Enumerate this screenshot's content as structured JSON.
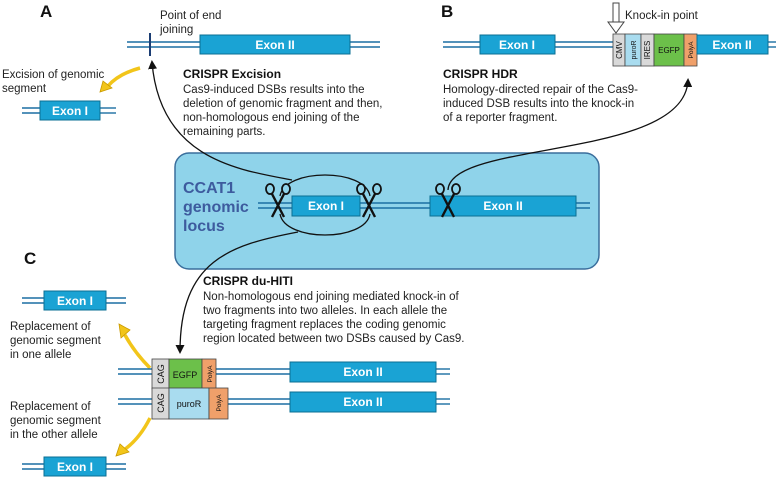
{
  "panels": {
    "a": {
      "letter": "A",
      "point_label_1": "Point of end",
      "point_label_2": "joining",
      "exon2": "Exon II",
      "excision_label_1": "Excision of genomic",
      "excision_label_2": "segment",
      "excised_exon": "Exon I",
      "title": "CRISPR Excision",
      "body": [
        "Cas9-induced DSBs results into the",
        "deletion of genomic fragment and then,",
        "non-homologous end joining of the",
        "remaining parts."
      ]
    },
    "b": {
      "letter": "B",
      "knockin_label": "Knock-in point",
      "exon1": "Exon I",
      "exon2": "Exon II",
      "segments": {
        "cmv": "CMV",
        "puror": "puroR",
        "ires": "IRES",
        "egfp": "EGFP",
        "polya": "PolyA"
      },
      "title": "CRISPR HDR",
      "body": [
        "Homology-directed repair of the Cas9-",
        "induced DSB results into the knock-in",
        "of a reporter fragment."
      ]
    },
    "locus": {
      "label": [
        "CCAT1",
        "genomic",
        "locus"
      ],
      "exon1": "Exon I",
      "exon2": "Exon II"
    },
    "c": {
      "letter": "C",
      "title": "CRISPR du-HITI",
      "body": [
        "Non-homologous end joining mediated knock-in of",
        "two fragments into two alleles. In each allele the",
        "targeting fragment replaces the coding genomic",
        "region located between two DSBs caused by Cas9."
      ],
      "top_exon": "Exon I",
      "bottom_exon": "Exon I",
      "replacement_one": [
        "Replacement of",
        "genomic segment",
        "in one allele"
      ],
      "replacement_other": [
        "Replacement of",
        "genomic segment",
        "in the other allele"
      ],
      "allele1": {
        "cag": "CAG",
        "marker": "EGFP",
        "polya": "PolyA",
        "exon2": "Exon II"
      },
      "allele2": {
        "cag": "CAG",
        "marker": "puroR",
        "polya": "PolyA",
        "exon2": "Exon II"
      }
    }
  },
  "colors": {
    "exon": "#1aa3d4",
    "locus_box": "#8fd3ea",
    "locus_text": "#3d5b9e",
    "egfp": "#6cc04a",
    "puror": "#a9dcef",
    "polya": "#f0a06a",
    "cag": "#d9d9d9",
    "yellow_arrow": "#f2c51a"
  }
}
